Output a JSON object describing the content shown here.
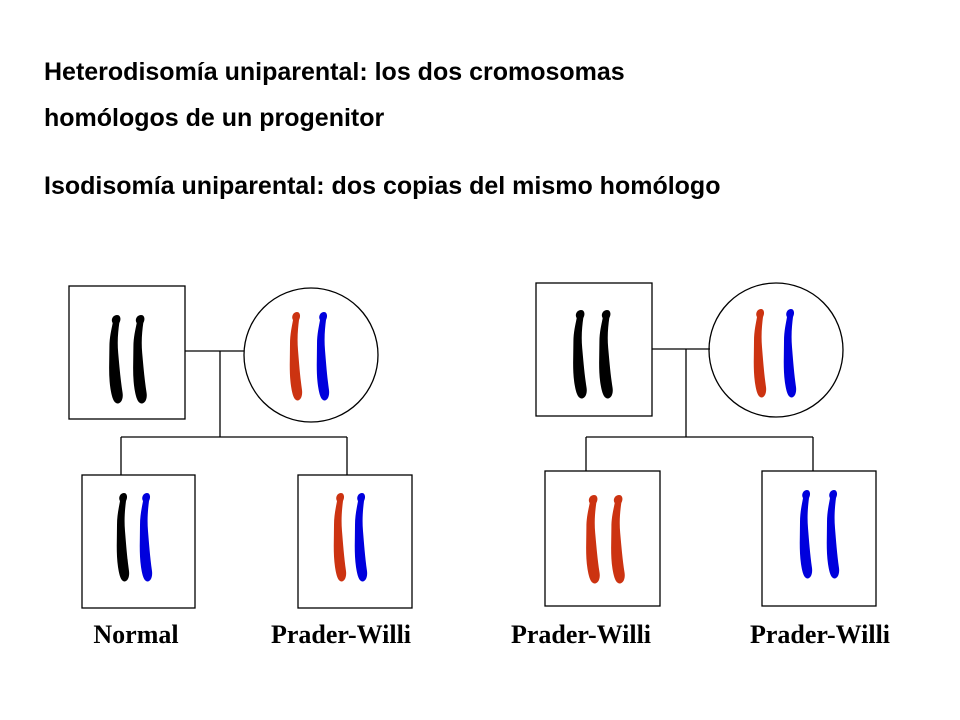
{
  "heading": {
    "line1": "Heterodisomía uniparental: los dos cromosomas",
    "line2": "homólogos de un progenitor",
    "line3": "Isodisomía uniparental: dos copias del mismo homólogo"
  },
  "colors": {
    "paternal": "#000000",
    "maternal_red": "#cc3311",
    "maternal_blue": "#0000dd"
  },
  "pedigrees": [
    {
      "children": [
        {
          "label": "Normal",
          "chromosomes": [
            "paternal",
            "maternal_blue"
          ]
        },
        {
          "label": "Prader-Willi",
          "chromosomes": [
            "maternal_red",
            "maternal_blue"
          ]
        }
      ]
    },
    {
      "children": [
        {
          "label": "Prader-Willi",
          "chromosomes": [
            "maternal_red",
            "maternal_red"
          ]
        },
        {
          "label": "Prader-Willi",
          "chromosomes": [
            "maternal_blue",
            "maternal_blue"
          ]
        }
      ]
    }
  ]
}
